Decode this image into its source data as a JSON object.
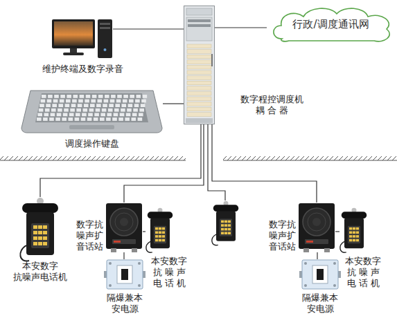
{
  "diagram": {
    "nodes": [
      {
        "text": [
          "行政/调度通讯网"
        ]
      },
      {
        "text": [
          "数字程控调度机 耦 合 器"
        ]
      },
      {
        "text": [
          "维护终端及数字录音"
        ]
      },
      {
        "text": [
          "调度操作键盘"
        ]
      },
      {
        "text": [
          "本安数字 抗噪声电话机"
        ]
      },
      {
        "text": [
          "数字抗 噪声扩 音话站"
        ]
      },
      {
        "text": [
          "本安数字 抗 噪 声 电 话 机"
        ]
      },
      {
        "text": [
          "隔爆兼本 安电源"
        ]
      },
      {
        "text": [
          "数字抗 噪声扩 音话站"
        ]
      },
      {
        "text": [
          "本安数字 抗 噪 声 电 话 机"
        ]
      },
      {
        "text": [
          "隔爆兼本 安电源"
        ]
      }
    ],
    "edges": [
      {
        "from": 1,
        "to": 0,
        "arrow": "none"
      },
      {
        "from": 1,
        "to": 2,
        "arrow": "none"
      },
      {
        "from": 1,
        "to": 3,
        "arrow": "none"
      },
      {
        "from": 1,
        "to": 4,
        "arrow": "none"
      },
      {
        "from": 1,
        "to": 5,
        "arrow": "none"
      },
      {
        "from": 1,
        "to": 8,
        "arrow": "none"
      },
      {
        "from": 5,
        "to": 6,
        "arrow": "none"
      },
      {
        "from": 5,
        "to": 7,
        "arrow": "none"
      },
      {
        "from": 8,
        "to": 9,
        "arrow": "none"
      },
      {
        "from": 8,
        "to": 10,
        "arrow": "none"
      }
    ]
  }
}
